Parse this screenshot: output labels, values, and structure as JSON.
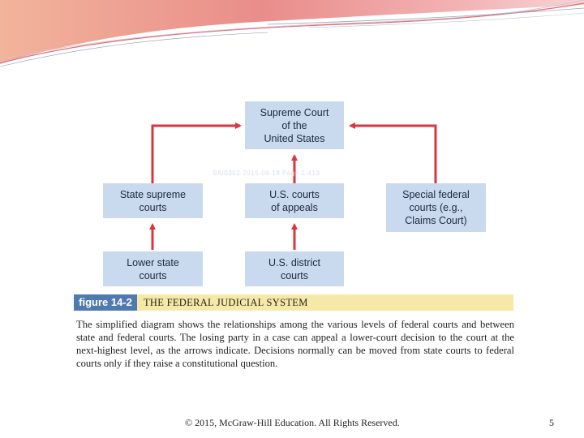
{
  "diagram": {
    "boxes": {
      "supreme": "Supreme Court\nof the\nUnited States",
      "state_supreme": "State supreme\ncourts",
      "appeals": "U.S. courts\nof appeals",
      "special": "Special federal\ncourts (e.g.,\nClaims Court)",
      "lower_state": "Lower state\ncourts",
      "district": "U.S. district\ncourts"
    },
    "watermark": "SAI0302-2015-09-18 Page 1-413",
    "box_color": "#c9d9ee",
    "arrow_color": "#d9363e"
  },
  "figure": {
    "label": "figure 14-2",
    "title": "THE FEDERAL JUDICIAL SYSTEM",
    "caption": "The simplified diagram shows the relationships among the various levels of federal courts and between state and federal courts. The losing party in a case can appeal a lower-court decision to the court at the next-highest level, as the arrows indicate. Decisions normally can be moved from state courts to federal courts only if they raise a constitutional question."
  },
  "footer": {
    "copyright": "© 2015, McGraw-Hill Education. All Rights Reserved.",
    "page_number": "5"
  }
}
